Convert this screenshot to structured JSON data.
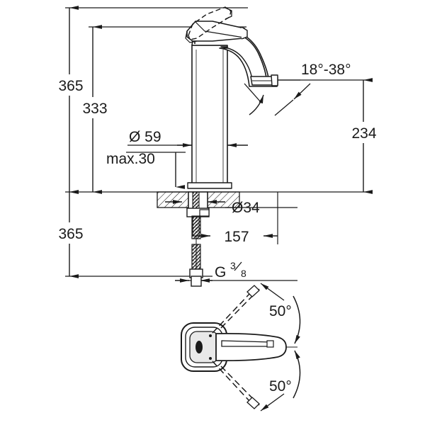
{
  "drawing": {
    "title": "Single-lever basin mixer technical dimension drawing",
    "units": "mm",
    "line_color": "#1a1a1a",
    "fill_color": "#ffffff",
    "background": "#ffffff"
  },
  "dimensions": {
    "total_height": "365",
    "spout_base_height": "333",
    "body_diameter": "Ø 59",
    "max_counter_thickness": "max.30",
    "tail_length": "365",
    "spout_height": "234",
    "hole_diameter": "Ø34",
    "spout_reach": "157",
    "spray_angle": "18°-38°",
    "thread_label": "G",
    "thread_numerator": "3",
    "thread_denominator": "8",
    "swivel_angle_upper": "50°",
    "swivel_angle_lower": "50°"
  },
  "views": {
    "elevation": "side elevation with dimension lines",
    "plan": "top plan view of lever handle showing swivel range"
  }
}
